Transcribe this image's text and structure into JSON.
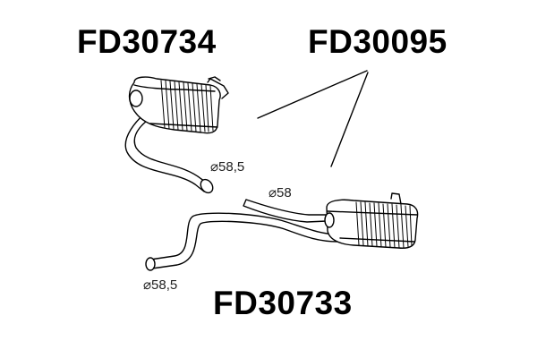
{
  "parts": {
    "rear_left": {
      "code": "FD30734",
      "diameter": "⌀58,5"
    },
    "rear_right": {
      "code": "FD30095"
    },
    "center": {
      "code": "FD30733",
      "inlet_diameter": "⌀58,5",
      "outlet_diameter": "⌀58"
    }
  },
  "colors": {
    "line": "#000000",
    "background": "#ffffff"
  }
}
